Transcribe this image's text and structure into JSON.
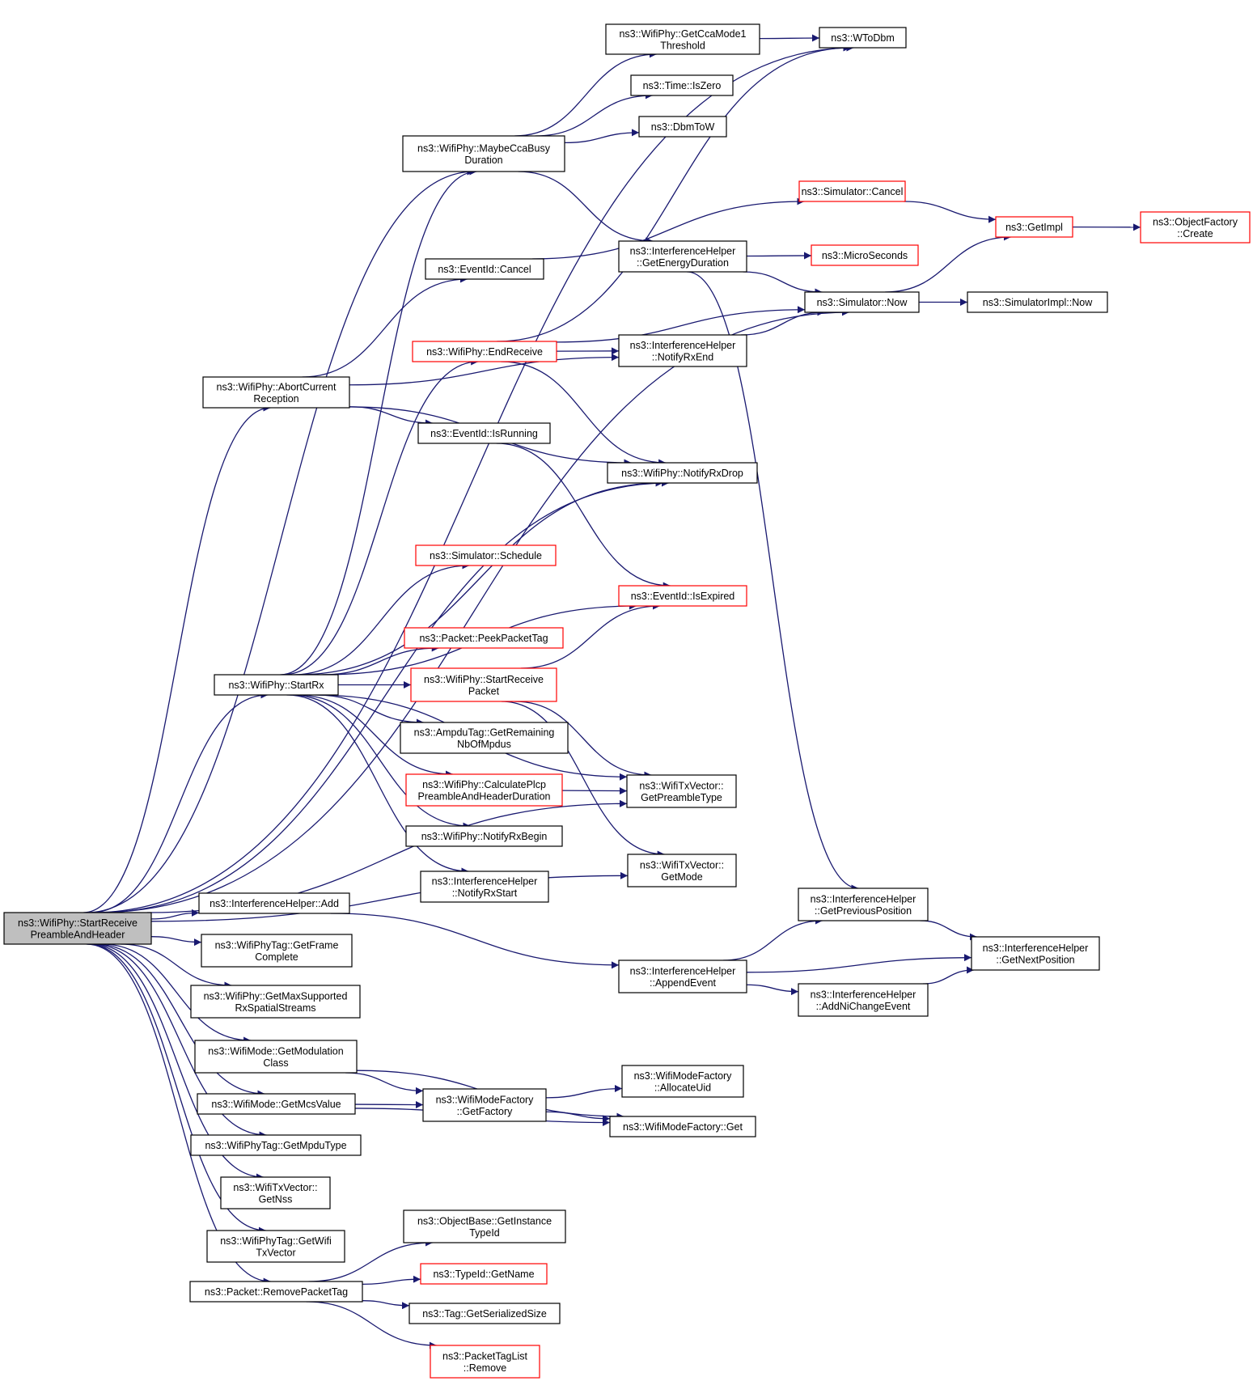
{
  "colors": {
    "edge": "#191970",
    "node_border": "#000000",
    "node_border_truncated": "#ff0000",
    "root_fill": "#bfbfbf",
    "node_fill": "#ffffff"
  },
  "nodes": [
    {
      "id": "root",
      "lines": [
        "ns3::WifiPhy::StartReceive",
        "PreambleAndHeader"
      ],
      "style": "root"
    },
    {
      "id": "ccamode",
      "lines": [
        "ns3::WifiPhy::GetCcaMode1",
        "Threshold"
      ],
      "style": "normal"
    },
    {
      "id": "wtodbm",
      "lines": [
        "ns3::WToDbm"
      ],
      "style": "normal"
    },
    {
      "id": "iszero",
      "lines": [
        "ns3::Time::IsZero"
      ],
      "style": "normal"
    },
    {
      "id": "dbmtow",
      "lines": [
        "ns3::DbmToW"
      ],
      "style": "normal"
    },
    {
      "id": "maybecca",
      "lines": [
        "ns3::WifiPhy::MaybeCcaBusy",
        "Duration"
      ],
      "style": "normal"
    },
    {
      "id": "simcancel",
      "lines": [
        "ns3::Simulator::Cancel"
      ],
      "style": "truncated"
    },
    {
      "id": "getimpl",
      "lines": [
        "ns3::GetImpl"
      ],
      "style": "truncated"
    },
    {
      "id": "objfactory",
      "lines": [
        "ns3::ObjectFactory",
        "::Create"
      ],
      "style": "truncated"
    },
    {
      "id": "energydur",
      "lines": [
        "ns3::InterferenceHelper",
        "::GetEnergyDuration"
      ],
      "style": "normal"
    },
    {
      "id": "microsec",
      "lines": [
        "ns3::MicroSeconds"
      ],
      "style": "truncated"
    },
    {
      "id": "evcancel",
      "lines": [
        "ns3::EventId::Cancel"
      ],
      "style": "normal"
    },
    {
      "id": "simnow",
      "lines": [
        "ns3::Simulator::Now"
      ],
      "style": "normal"
    },
    {
      "id": "simimplnow",
      "lines": [
        "ns3::SimulatorImpl::Now"
      ],
      "style": "normal"
    },
    {
      "id": "endreceive",
      "lines": [
        "ns3::WifiPhy::EndReceive"
      ],
      "style": "truncated"
    },
    {
      "id": "notifyrxend",
      "lines": [
        "ns3::InterferenceHelper",
        "::NotifyRxEnd"
      ],
      "style": "normal"
    },
    {
      "id": "abortcur",
      "lines": [
        "ns3::WifiPhy::AbortCurrent",
        "Reception"
      ],
      "style": "normal"
    },
    {
      "id": "isrunning",
      "lines": [
        "ns3::EventId::IsRunning"
      ],
      "style": "normal"
    },
    {
      "id": "notifyrxdrop",
      "lines": [
        "ns3::WifiPhy::NotifyRxDrop"
      ],
      "style": "normal"
    },
    {
      "id": "schedule",
      "lines": [
        "ns3::Simulator::Schedule"
      ],
      "style": "truncated"
    },
    {
      "id": "isexpired",
      "lines": [
        "ns3::EventId::IsExpired"
      ],
      "style": "truncated"
    },
    {
      "id": "peektag",
      "lines": [
        "ns3::Packet::PeekPacketTag"
      ],
      "style": "truncated"
    },
    {
      "id": "startrx",
      "lines": [
        "ns3::WifiPhy::StartRx"
      ],
      "style": "normal"
    },
    {
      "id": "startrecvpkt",
      "lines": [
        "ns3::WifiPhy::StartReceive",
        "Packet"
      ],
      "style": "truncated"
    },
    {
      "id": "ampdutag",
      "lines": [
        "ns3::AmpduTag::GetRemaining",
        "NbOfMpdus"
      ],
      "style": "normal"
    },
    {
      "id": "calcplcp",
      "lines": [
        "ns3::WifiPhy::CalculatePlcp",
        "PreambleAndHeaderDuration"
      ],
      "style": "truncated"
    },
    {
      "id": "getpreamble",
      "lines": [
        "ns3::WifiTxVector::",
        "GetPreambleType"
      ],
      "style": "normal"
    },
    {
      "id": "notifyrxbegin",
      "lines": [
        "ns3::WifiPhy::NotifyRxBegin"
      ],
      "style": "normal"
    },
    {
      "id": "getmode",
      "lines": [
        "ns3::WifiTxVector::",
        "GetMode"
      ],
      "style": "normal"
    },
    {
      "id": "notifyrxstart",
      "lines": [
        "ns3::InterferenceHelper",
        "::NotifyRxStart"
      ],
      "style": "normal"
    },
    {
      "id": "ihadd",
      "lines": [
        "ns3::InterferenceHelper::Add"
      ],
      "style": "normal"
    },
    {
      "id": "prevpos",
      "lines": [
        "ns3::InterferenceHelper",
        "::GetPreviousPosition"
      ],
      "style": "normal"
    },
    {
      "id": "nextpos",
      "lines": [
        "ns3::InterferenceHelper",
        "::GetNextPosition"
      ],
      "style": "normal"
    },
    {
      "id": "getframe",
      "lines": [
        "ns3::WifiPhyTag::GetFrame",
        "Complete"
      ],
      "style": "normal"
    },
    {
      "id": "appendevent",
      "lines": [
        "ns3::InterferenceHelper",
        "::AppendEvent"
      ],
      "style": "normal"
    },
    {
      "id": "addnichange",
      "lines": [
        "ns3::InterferenceHelper",
        "::AddNiChangeEvent"
      ],
      "style": "normal"
    },
    {
      "id": "getmaxss",
      "lines": [
        "ns3::WifiPhy::GetMaxSupported",
        "RxSpatialStreams"
      ],
      "style": "normal"
    },
    {
      "id": "getmodclass",
      "lines": [
        "ns3::WifiMode::GetModulation",
        "Class"
      ],
      "style": "normal"
    },
    {
      "id": "allocuid",
      "lines": [
        "ns3::WifiModeFactory",
        "::AllocateUid"
      ],
      "style": "normal"
    },
    {
      "id": "getmcs",
      "lines": [
        "ns3::WifiMode::GetMcsValue"
      ],
      "style": "normal"
    },
    {
      "id": "getfactory",
      "lines": [
        "ns3::WifiModeFactory",
        "::GetFactory"
      ],
      "style": "normal"
    },
    {
      "id": "wmfget",
      "lines": [
        "ns3::WifiModeFactory::Get"
      ],
      "style": "normal"
    },
    {
      "id": "getmpdutype",
      "lines": [
        "ns3::WifiPhyTag::GetMpduType"
      ],
      "style": "normal"
    },
    {
      "id": "getnss",
      "lines": [
        "ns3::WifiTxVector::",
        "GetNss"
      ],
      "style": "normal"
    },
    {
      "id": "getwifitxv",
      "lines": [
        "ns3::WifiPhyTag::GetWifi",
        "TxVector"
      ],
      "style": "normal"
    },
    {
      "id": "getinsttid",
      "lines": [
        "ns3::ObjectBase::GetInstance",
        "TypeId"
      ],
      "style": "normal"
    },
    {
      "id": "removetag",
      "lines": [
        "ns3::Packet::RemovePacketTag"
      ],
      "style": "normal"
    },
    {
      "id": "typeidname",
      "lines": [
        "ns3::TypeId::GetName"
      ],
      "style": "truncated"
    },
    {
      "id": "serialsize",
      "lines": [
        "ns3::Tag::GetSerializedSize"
      ],
      "style": "normal"
    },
    {
      "id": "ptlremove",
      "lines": [
        "ns3::PacketTagList",
        "::Remove"
      ],
      "style": "truncated"
    }
  ],
  "edges": [
    [
      "root",
      "wtodbm"
    ],
    [
      "root",
      "maybecca"
    ],
    [
      "root",
      "simnow"
    ],
    [
      "root",
      "abortcur"
    ],
    [
      "root",
      "notifyrxdrop"
    ],
    [
      "root",
      "startrx"
    ],
    [
      "root",
      "getpreamble"
    ],
    [
      "root",
      "getmode"
    ],
    [
      "root",
      "ihadd"
    ],
    [
      "root",
      "getframe"
    ],
    [
      "root",
      "getmaxss"
    ],
    [
      "root",
      "getmodclass"
    ],
    [
      "root",
      "getmcs"
    ],
    [
      "root",
      "getmpdutype"
    ],
    [
      "root",
      "getnss"
    ],
    [
      "root",
      "getwifitxv"
    ],
    [
      "root",
      "removetag"
    ],
    [
      "maybecca",
      "ccamode"
    ],
    [
      "maybecca",
      "iszero"
    ],
    [
      "maybecca",
      "dbmtow"
    ],
    [
      "maybecca",
      "energydur"
    ],
    [
      "ccamode",
      "wtodbm"
    ],
    [
      "simcancel",
      "getimpl"
    ],
    [
      "getimpl",
      "objfactory"
    ],
    [
      "energydur",
      "microsec"
    ],
    [
      "energydur",
      "simnow"
    ],
    [
      "energydur",
      "prevpos"
    ],
    [
      "evcancel",
      "simcancel"
    ],
    [
      "simnow",
      "getimpl"
    ],
    [
      "simnow",
      "simimplnow"
    ],
    [
      "endreceive",
      "wtodbm"
    ],
    [
      "endreceive",
      "notifyrxend"
    ],
    [
      "endreceive",
      "simnow"
    ],
    [
      "endreceive",
      "notifyrxdrop"
    ],
    [
      "notifyrxend",
      "simnow"
    ],
    [
      "abortcur",
      "evcancel"
    ],
    [
      "abortcur",
      "notifyrxend"
    ],
    [
      "abortcur",
      "isrunning"
    ],
    [
      "abortcur",
      "notifyrxdrop"
    ],
    [
      "isrunning",
      "isexpired"
    ],
    [
      "startrx",
      "maybecca"
    ],
    [
      "startrx",
      "endreceive"
    ],
    [
      "startrx",
      "schedule"
    ],
    [
      "startrx",
      "isexpired"
    ],
    [
      "startrx",
      "peektag"
    ],
    [
      "startrx",
      "startrecvpkt"
    ],
    [
      "startrx",
      "ampdutag"
    ],
    [
      "startrx",
      "calcplcp"
    ],
    [
      "startrx",
      "notifyrxbegin"
    ],
    [
      "startrx",
      "notifyrxstart"
    ],
    [
      "startrx",
      "getpreamble"
    ],
    [
      "startrx",
      "notifyrxdrop"
    ],
    [
      "startrecvpkt",
      "isexpired"
    ],
    [
      "startrecvpkt",
      "getpreamble"
    ],
    [
      "startrecvpkt",
      "getmode"
    ],
    [
      "calcplcp",
      "getpreamble"
    ],
    [
      "ihadd",
      "appendevent"
    ],
    [
      "appendevent",
      "prevpos"
    ],
    [
      "appendevent",
      "nextpos"
    ],
    [
      "appendevent",
      "addnichange"
    ],
    [
      "prevpos",
      "nextpos"
    ],
    [
      "addnichange",
      "nextpos"
    ],
    [
      "getmodclass",
      "getfactory"
    ],
    [
      "getmodclass",
      "wmfget"
    ],
    [
      "getmcs",
      "getfactory"
    ],
    [
      "getmcs",
      "wmfget"
    ],
    [
      "getfactory",
      "allocuid"
    ],
    [
      "getfactory",
      "wmfget"
    ],
    [
      "removetag",
      "getinsttid"
    ],
    [
      "removetag",
      "typeidname"
    ],
    [
      "removetag",
      "serialsize"
    ],
    [
      "removetag",
      "ptlremove"
    ]
  ]
}
